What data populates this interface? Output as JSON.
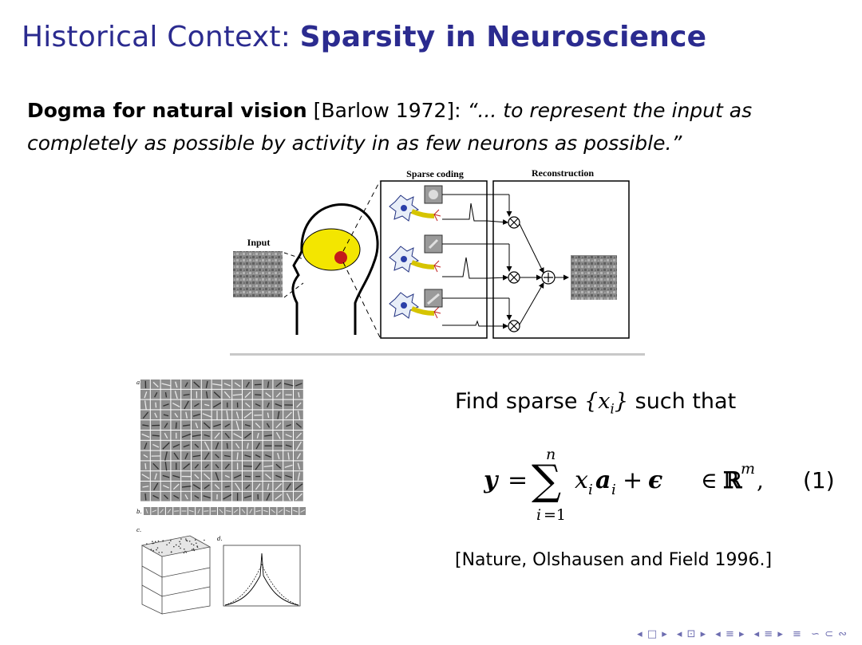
{
  "slide": {
    "title_normal": "Historical Context: ",
    "title_bold": "Sparsity in Neuroscience",
    "quote_bold": "Dogma for natural vision",
    "quote_ref": " [Barlow 1972]:  ",
    "quote_text": "“... to represent the input as completely as possible by activity in as few neurons as possible.”"
  },
  "diagram": {
    "sparse_coding_label": "Sparse coding",
    "reconstruction_label": "Reconstruction",
    "input_label": "Input"
  },
  "figure_panels": {
    "a": "a.",
    "b": "b.",
    "c": "c.",
    "d": "d."
  },
  "math": {
    "find_prefix": "Find sparse ",
    "find_set": "{x",
    "find_sub": "i",
    "find_close": "}",
    "find_suffix": " such that",
    "eq_number": "(1)"
  },
  "citation": "[Nature, Olshausen and Field 1996.]",
  "nav": {
    "icons": [
      "◂ □ ▸",
      "◂ ⊡ ▸",
      "◂ ≡ ▸",
      "◂ ≡ ▸",
      "≡",
      "∽ ⊂ ∾"
    ]
  },
  "colors": {
    "title": "#2b2b8f",
    "nav": "#6d6db0",
    "head_fill": "#f3e600",
    "neuron_blue": "#2b3fa8",
    "dendrite_red": "#c02020"
  }
}
